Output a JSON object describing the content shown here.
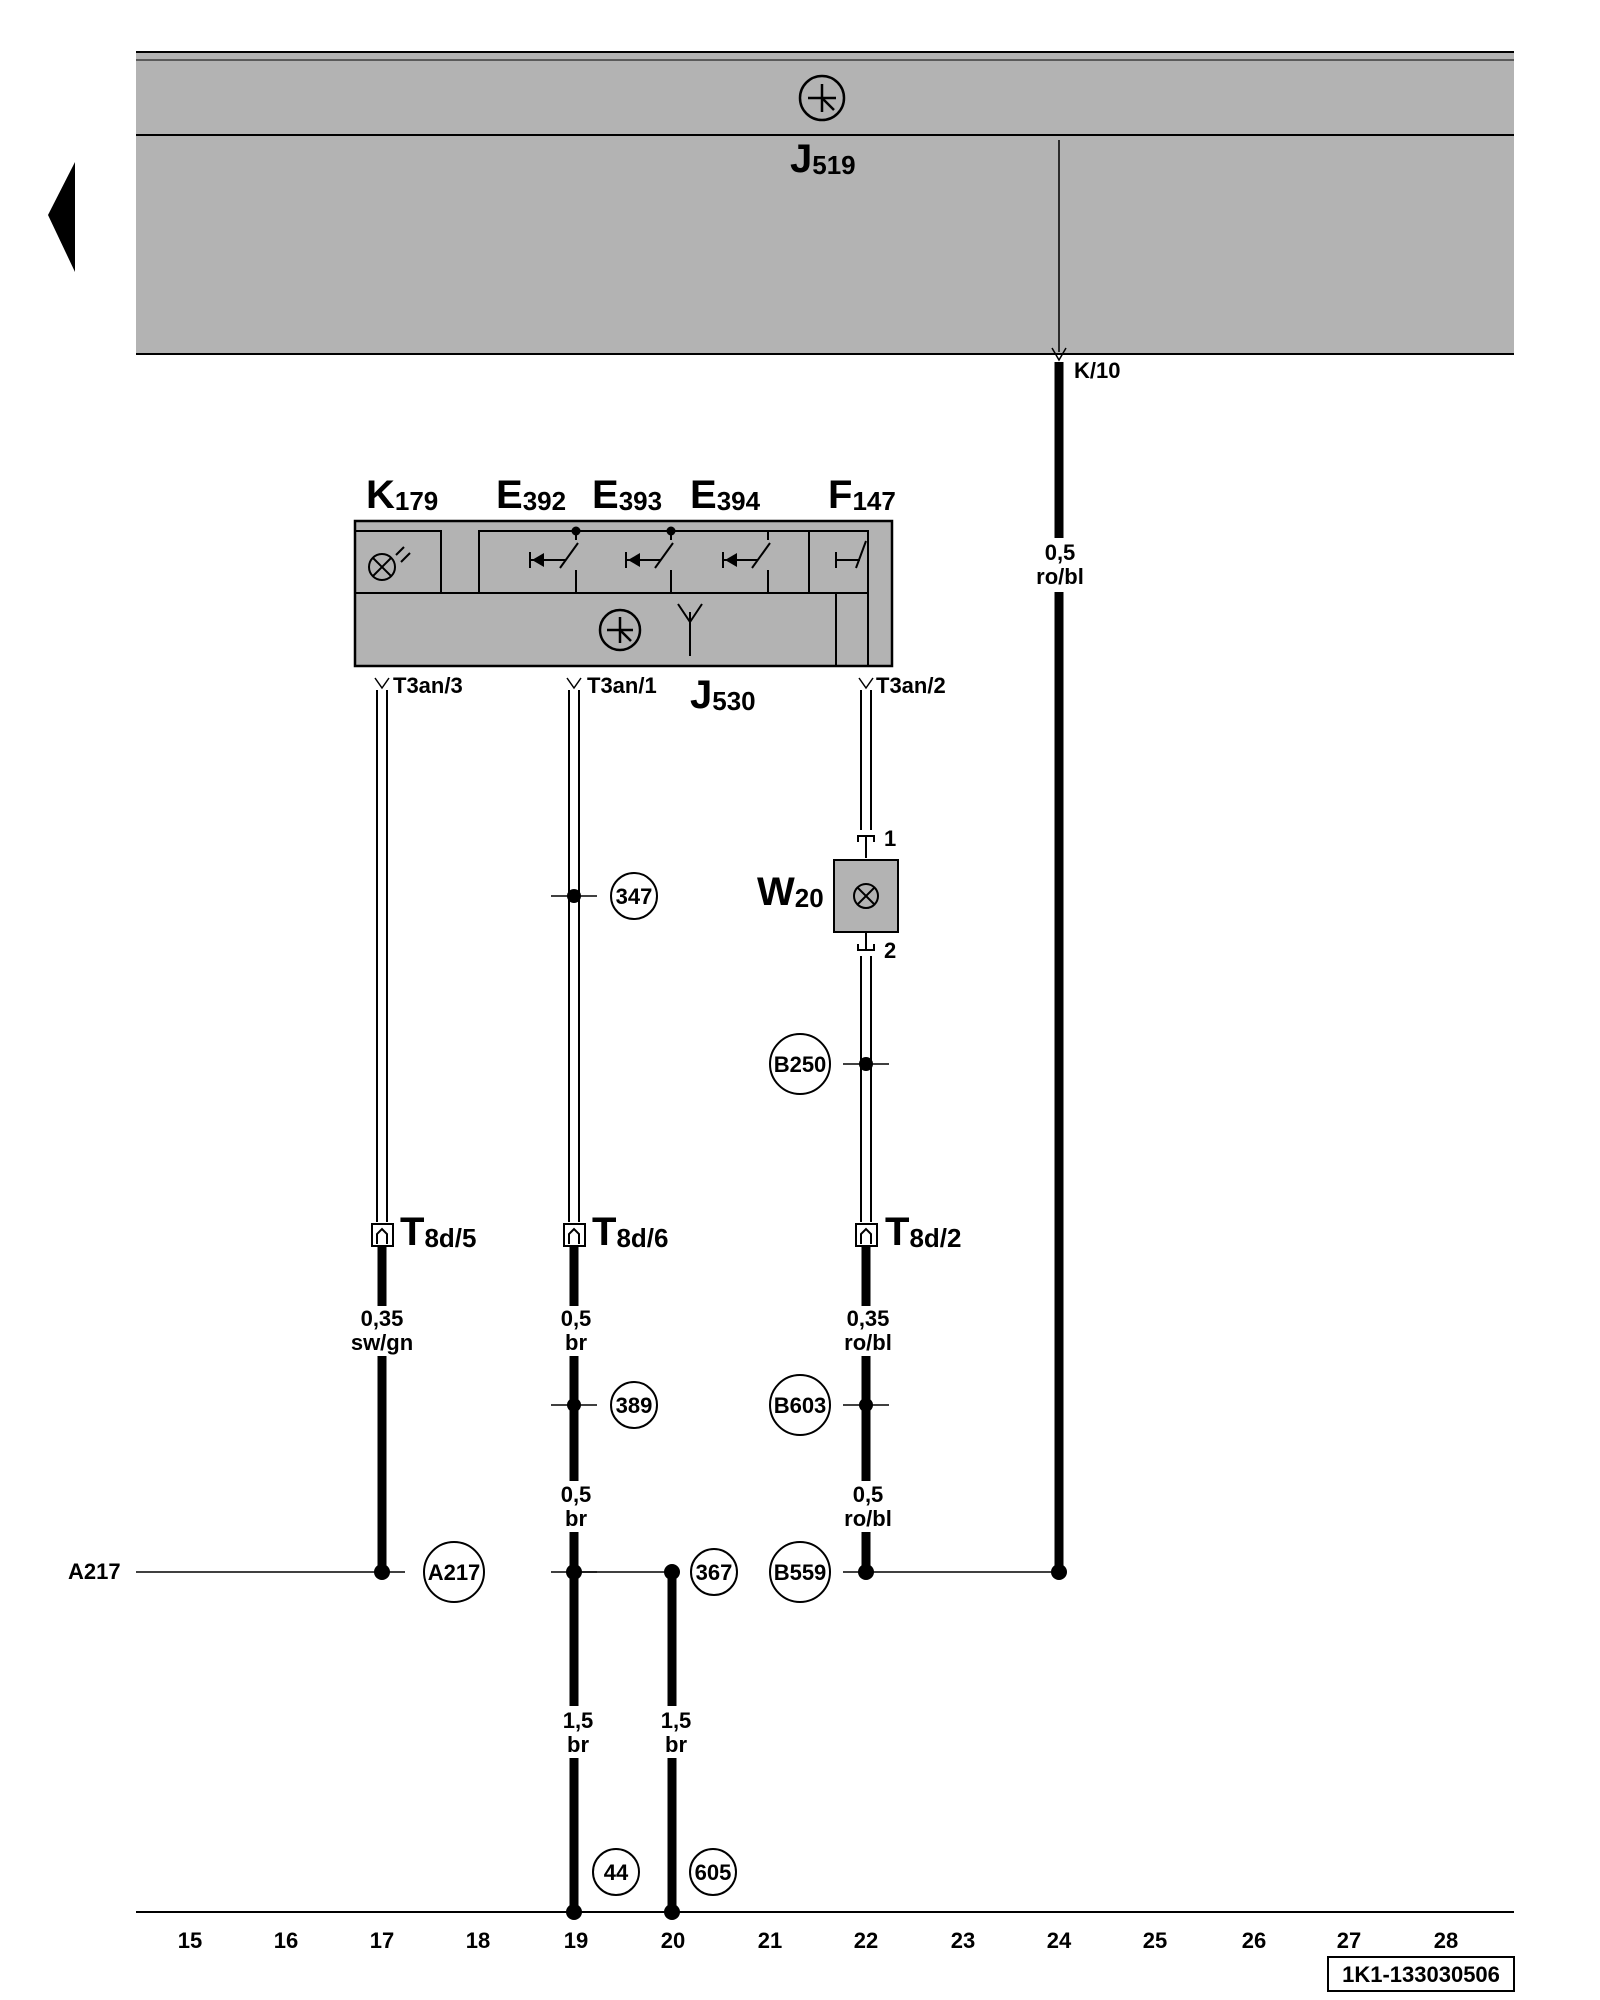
{
  "control_unit_main": {
    "letter": "J",
    "sub": "519"
  },
  "control_unit_sub": {
    "letter": "J",
    "sub": "530"
  },
  "components": {
    "k179": {
      "letter": "K",
      "sub": "179"
    },
    "e392": {
      "letter": "E",
      "sub": "392"
    },
    "e393": {
      "letter": "E",
      "sub": "393"
    },
    "e394": {
      "letter": "E",
      "sub": "394"
    },
    "f147": {
      "letter": "F",
      "sub": "147"
    },
    "w20": {
      "letter": "W",
      "sub": "20"
    }
  },
  "pins": {
    "k10": "K/10",
    "t3an3": "T3an/3",
    "t3an1": "T3an/1",
    "t3an2": "T3an/2",
    "w20_pin1": "1",
    "w20_pin2": "2"
  },
  "connectors": {
    "t8d5": {
      "letter": "T",
      "sub": "8d/5"
    },
    "t8d6": {
      "letter": "T",
      "sub": "8d/6"
    },
    "t8d2": {
      "letter": "T",
      "sub": "8d/2"
    }
  },
  "wires": {
    "w24": {
      "size": "0,5",
      "color": "ro/bl"
    },
    "w17": {
      "size": "0,35",
      "color": "sw/gn"
    },
    "w19a": {
      "size": "0,5",
      "color": "br"
    },
    "w19b": {
      "size": "0,5",
      "color": "br"
    },
    "w22a": {
      "size": "0,35",
      "color": "ro/bl"
    },
    "w22b": {
      "size": "0,5",
      "color": "ro/bl"
    },
    "w19c": {
      "size": "1,5",
      "color": "br"
    },
    "w20": {
      "size": "1,5",
      "color": "br"
    }
  },
  "refs": {
    "r347": "347",
    "rB250": "B250",
    "r389": "389",
    "rB603": "B603",
    "rA217": "A217",
    "r367": "367",
    "rB559": "B559",
    "r44": "44",
    "r605": "605"
  },
  "left_label": "A217",
  "columns": [
    "15",
    "16",
    "17",
    "18",
    "19",
    "20",
    "21",
    "22",
    "23",
    "24",
    "25",
    "26",
    "27",
    "28"
  ],
  "diagram_id": "1K1-133030506",
  "colors": {
    "module_fill": "#b3b3b3",
    "line": "#000000",
    "background": "#ffffff"
  },
  "icon_names": [
    "nav-left-arrow-icon",
    "control-unit-icon",
    "antenna-icon",
    "lamp-icon",
    "switch-icon"
  ]
}
